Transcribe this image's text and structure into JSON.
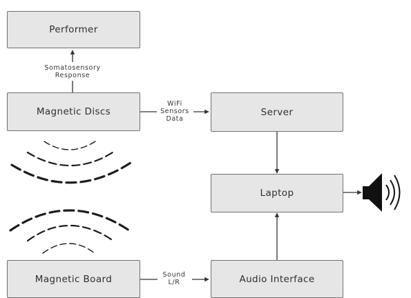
{
  "nodes": {
    "performer": "Performer",
    "magnetic_discs": "Magnetic Discs",
    "server": "Server",
    "laptop": "Laptop",
    "magnetic_board": "Magnetic Board",
    "audio_interface": "Audio Interface"
  },
  "edges": {
    "somatosensory": [
      "Somatosensory",
      "Response"
    ],
    "wifi": [
      "WiFi",
      "Sensors",
      "Data"
    ],
    "sound": [
      "Sound",
      "L/R"
    ]
  },
  "icons": [
    "magnetic-field-waves-icon",
    "speaker-icon"
  ]
}
